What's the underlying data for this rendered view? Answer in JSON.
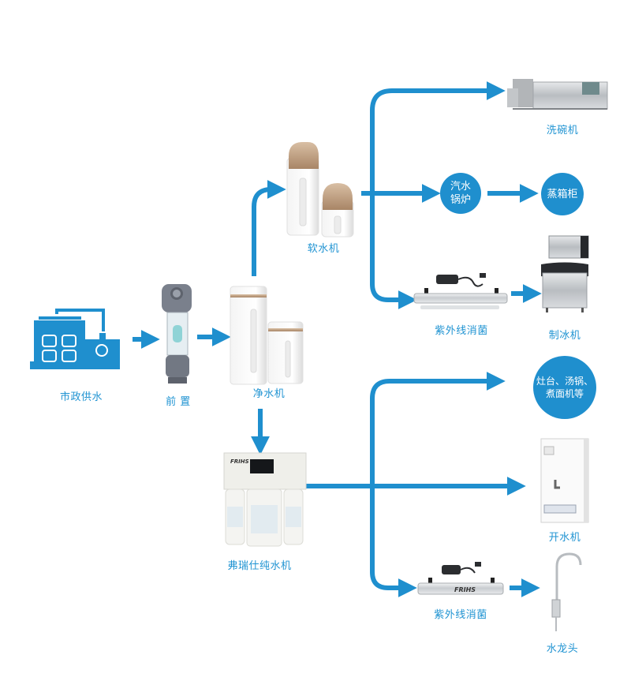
{
  "diagram": {
    "title": "",
    "accent_color": "#1f8fce",
    "nodes": {
      "municipal": {
        "label": "市政供水",
        "icon": "water-plant-icon"
      },
      "prefilter": {
        "label": "前 置",
        "icon": "prefilter-icon"
      },
      "purifier": {
        "label": "净水机",
        "icon": "water-purifier-icon"
      },
      "softener": {
        "label": "软水机",
        "icon": "water-softener-icon"
      },
      "dishwasher": {
        "label": "洗碗机",
        "icon": "dishwasher-icon"
      },
      "steam_boiler": {
        "line1": "汽水",
        "line2": "锅炉"
      },
      "steam_cabinet": {
        "label": "蒸箱柜"
      },
      "uv_top": {
        "label": "紫外线消菌",
        "icon": "uv-sterilizer-icon"
      },
      "ice_maker": {
        "label": "制冰机",
        "icon": "ice-maker-icon"
      },
      "stove": {
        "line1": "灶台、汤锅、",
        "line2": "煮面机等"
      },
      "ro_machine": {
        "label": "弗瑞仕纯水机",
        "icon": "ro-purifier-icon"
      },
      "boiler": {
        "label": "开水机",
        "icon": "water-boiler-icon"
      },
      "uv_bottom": {
        "label": "紫外线消菌",
        "icon": "uv-sterilizer-icon"
      },
      "faucet": {
        "label": "水龙头",
        "icon": "faucet-icon"
      }
    },
    "brand_text": "FRIHS",
    "edges": [
      [
        "municipal",
        "prefilter"
      ],
      [
        "prefilter",
        "purifier"
      ],
      [
        "purifier",
        "softener"
      ],
      [
        "purifier",
        "ro_machine"
      ],
      [
        "softener",
        "dishwasher"
      ],
      [
        "softener",
        "steam_boiler"
      ],
      [
        "steam_boiler",
        "steam_cabinet"
      ],
      [
        "softener",
        "uv_top"
      ],
      [
        "uv_top",
        "ice_maker"
      ],
      [
        "ro_machine",
        "stove"
      ],
      [
        "ro_machine",
        "boiler"
      ],
      [
        "ro_machine",
        "uv_bottom"
      ],
      [
        "uv_bottom",
        "faucet"
      ]
    ]
  }
}
